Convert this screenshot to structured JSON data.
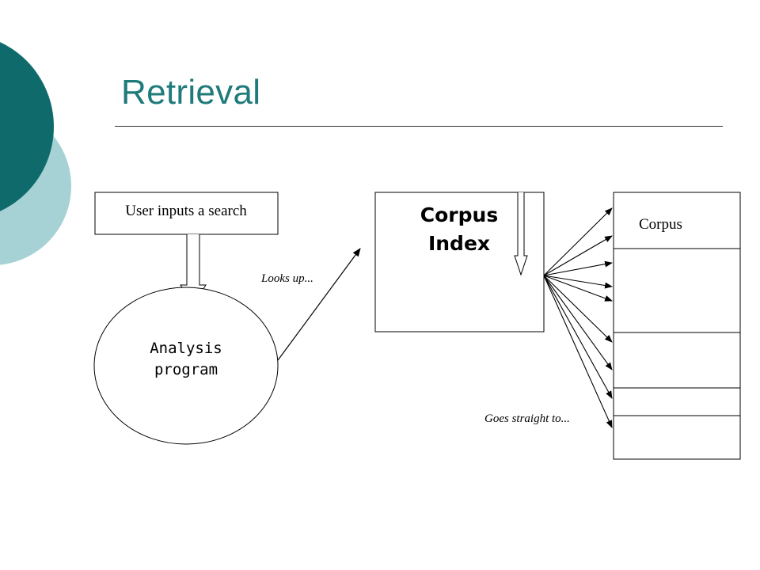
{
  "slide": {
    "title": "Retrieval",
    "colors": {
      "title": "#1F7A7A",
      "circle_dark": "#0F6B6B",
      "circle_light": "#A6D2D6"
    }
  },
  "diagram": {
    "user_input_label": "User inputs a search",
    "analysis_line1": "Analysis",
    "analysis_line2": "program",
    "looks_up_label": "Looks up...",
    "index_line1": "Corpus",
    "index_line2": "Index",
    "corpus_label": "Corpus",
    "goes_straight_label": "Goes straight to..."
  }
}
